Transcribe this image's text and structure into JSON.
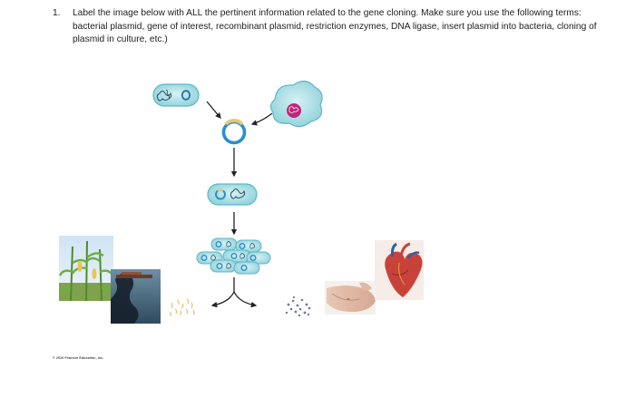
{
  "question": {
    "number": "1.",
    "text": "Label the image below with ALL the pertinent information related to the gene cloning. Make sure you use the following terms: bacterial plasmid, gene of interest, recombinant plasmid, restriction enzymes, DNA ligase, insert plasmid into bacteria, cloning of plasmid in culture, etc.)"
  },
  "figure": {
    "credit": "© 2016 Pearson Education, Inc.",
    "illustrations": [
      "bacterium-with-plasmid",
      "eukaryotic-cell-with-nucleus",
      "recombinant-plasmid",
      "bacterium-with-recombinant-plasmid",
      "bacterial-culture-clones",
      "corn-plants",
      "oil-spill",
      "gene-copies-dots",
      "protein-product-dots",
      "human-abdomen",
      "human-heart"
    ],
    "colors": {
      "cell_fill": "#a9dde3",
      "cell_stroke": "#5fb7c4",
      "plasmid_blue": "#2a8fce",
      "gene_yellow": "#e6c873",
      "nucleus_pink": "#c0257a",
      "arrow": "#222222"
    }
  }
}
